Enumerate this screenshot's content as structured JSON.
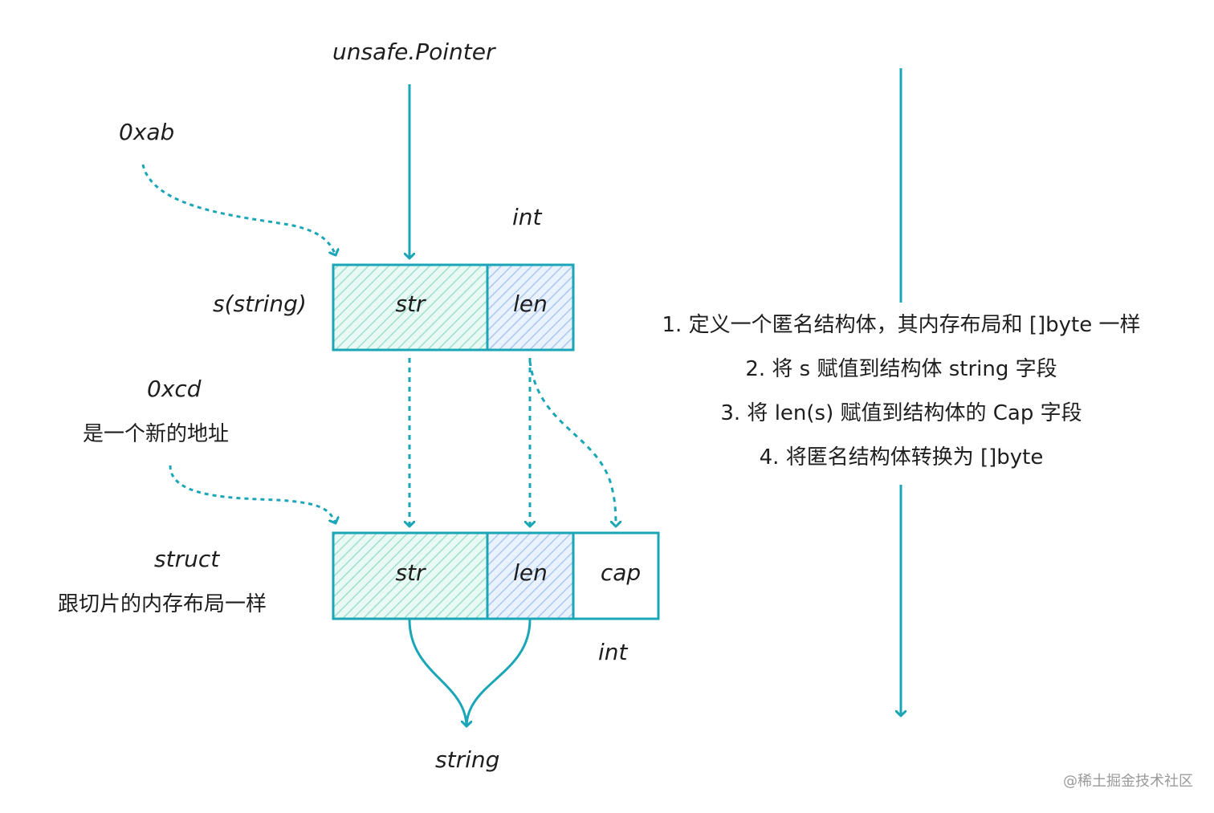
{
  "labels": {
    "pointer": "unsafe.Pointer",
    "addr_ab": "0xab",
    "int_top": "int",
    "s_string": "s(string)",
    "addr_cd": "0xcd",
    "new_addr": "是一个新的地址",
    "struct": "struct",
    "struct_desc": "跟切片的内存布局一样",
    "int_bottom": "int",
    "string_out": "string"
  },
  "top_block": {
    "cells": [
      "str",
      "len"
    ]
  },
  "bottom_block": {
    "cells": [
      "str",
      "len",
      "cap"
    ]
  },
  "steps": [
    "1. 定义一个匿名结构体，其内存布局和 []byte 一样",
    "2. 将 s 赋值到结构体 string 字段",
    "3. 将 len(s) 赋值到结构体的 Cap 字段",
    "4. 将匿名结构体转换为 []byte"
  ],
  "watermark": "@稀土掘金技术社区",
  "colors": {
    "stroke": "#1aa6b7",
    "str_fill": "#c8f0e6",
    "len_fill": "#cfe2fb",
    "text": "#1e1e1e"
  }
}
